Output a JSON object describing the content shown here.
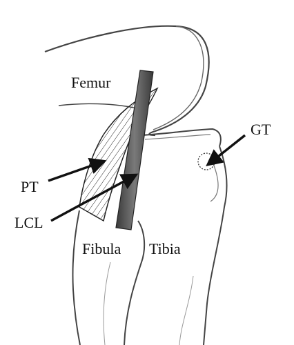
{
  "labels": {
    "femur": "Femur",
    "pt": "PT",
    "lcl": "LCL",
    "gt": "GT",
    "fibula": "Fibula",
    "tibia": "Tibia"
  },
  "colors": {
    "ink": "#111111",
    "ligament": "#555555",
    "bone_outline": "#444444"
  }
}
